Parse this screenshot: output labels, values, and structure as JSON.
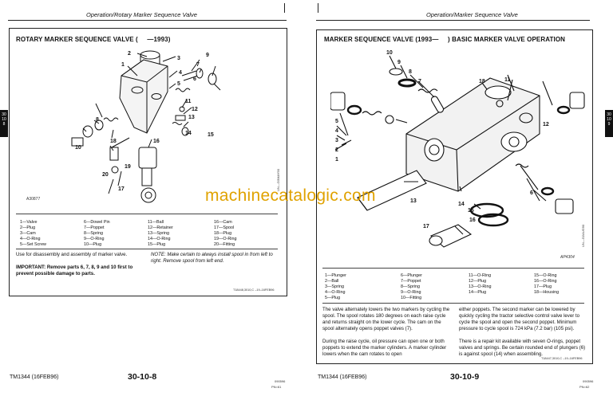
{
  "watermark": "machinecatalogic.com",
  "left_page": {
    "running_head": "Operation/Rotary Marker Sequence Valve",
    "section_title": "ROTARY MARKER SEQUENCE VALVE (     —1993)",
    "figure_code": "A30877",
    "figure_side_code": "UN—O3MAY90",
    "callouts": [
      "2",
      "3",
      "1",
      "4",
      "5",
      "6",
      "7",
      "8",
      "9",
      "10",
      "11",
      "12",
      "13",
      "14",
      "15",
      "16",
      "17",
      "18",
      "19",
      "20"
    ],
    "legend_col1": [
      "1—Valve",
      "2—Plug",
      "3—Cam",
      "4—O-Ring",
      "5—Set Screw"
    ],
    "legend_col2": [
      "6—Dowel Pin",
      "7—Poppet",
      "8—Spring",
      "9—O-Ring",
      "10—Plug"
    ],
    "legend_col3": [
      "11—Ball",
      "12—Retainer",
      "13—Spring",
      "14—O-Ring",
      "15—Plug"
    ],
    "legend_col4": [
      "16—Cam",
      "17—Spool",
      "18—Plug",
      "19—O-Ring",
      "20—Fitting"
    ],
    "body_text": "Use for disassembly and assembly of marker valve.",
    "important_text": "IMPORTANT: Remove parts 6, 7, 8, 9 and 10 first to prevent possible damage to parts.",
    "note_text": "NOTE: Make certain to always install spool in from left to right. Remove spool from left end.",
    "code_bottom": "T18448,3010,C –19–16FEB96",
    "footer_left": "TM1344 (16FEB96)",
    "footer_center": "30-10-8",
    "footer_code1": "090596",
    "footer_code2": "PN=61",
    "tab_text": "30\n10\n8"
  },
  "right_page": {
    "running_head": "Operation/Marker Sequence Valve",
    "section_title": "MARKER SEQUENCE VALVE (1993—     ) BASIC MARKER VALVE OPERATION",
    "figure_code": "AP4304",
    "figure_side_code": "UN—O2AUG90",
    "callouts": [
      "10",
      "9",
      "8",
      "7",
      "18",
      "11",
      "6",
      "12",
      "5",
      "4",
      "3",
      "2",
      "1",
      "13",
      "14",
      "15",
      "16",
      "17"
    ],
    "legend_col1": [
      "1—Plunger",
      "2—Ball",
      "3—Spring",
      "4—O-Ring",
      "5—Plug"
    ],
    "legend_col2": [
      "6—Plunger",
      "7—Poppet",
      "8—Spring",
      "9—O-Ring",
      "10—Fitting"
    ],
    "legend_col3": [
      "11—O-Ring",
      "12—Plug",
      "13—O-Ring",
      "14—Plug"
    ],
    "legend_col4": [
      "15—O-Ring",
      "16—O-Ring",
      "17—Plug",
      "18—Housing"
    ],
    "para1": "The valve alternately lowers the two markers by cycling the spool. The spool rotates 180 degrees on each raise cycle and returns straight on the lower cycle. The cam on the spool alternately opens poppet valves (7).",
    "para2": "During the raise cycle, oil pressure can open one or both poppets to extend the marker cylinders. A marker cylinder lowers when the cam rotates to open",
    "para3": "either poppets. The second marker can be lowered by quickly cycling the tractor selective control valve lever to cycle the spool and open the second poppet. Minimum pressure to cycle spool is 724 kPa (7.2 bar) (105 psi).",
    "para4": "There is a repair kit available with seven O-rings, poppet valves and springs. Be certain rounded end of plungers (6) is against spool (14) when assembling.",
    "code_bottom": "T18447,3010,C –19–16FEB96",
    "footer_left": "TM1344 (16FEB96)",
    "footer_center": "30-10-9",
    "footer_code1": "090596",
    "footer_code2": "PN=62",
    "tab_text": "30\n10\n9"
  }
}
